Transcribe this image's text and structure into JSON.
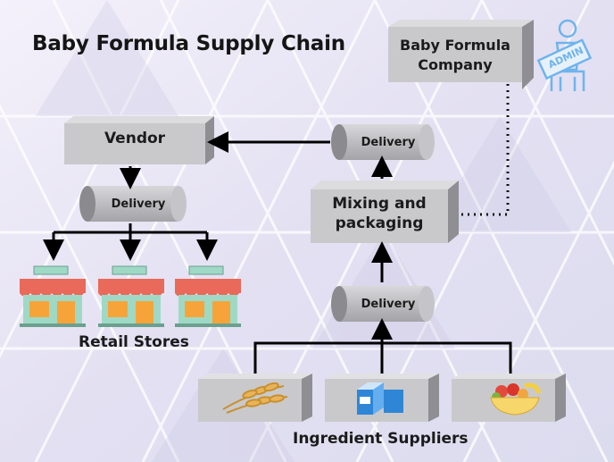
{
  "title": "Baby Formula Supply Chain",
  "nodes": {
    "company": "Baby Formula Company",
    "company_line1": "Baby Formula",
    "company_line2": "Company",
    "vendor": "Vendor",
    "mixing_line1": "Mixing and",
    "mixing_line2": "packaging",
    "delivery_top": "Delivery",
    "delivery_left": "Delivery",
    "delivery_mid": "Delivery"
  },
  "groups": {
    "retail": "Retail Stores",
    "suppliers": "Ingredient Suppliers"
  },
  "admin_sign": "ADMIN",
  "supplier_icons": [
    "wheat-icon",
    "milk-carton-icon",
    "fruit-bowl-icon"
  ],
  "colors": {
    "box_face": "#c9c9cc",
    "box_side": "#8e8e93",
    "cylinder": "#bdbdc1",
    "cylinder_dark": "#7d7d82",
    "arrow": "#000000",
    "store_roof": "#e9695a",
    "store_wall": "#9fd9c5",
    "store_window": "#f6a43a",
    "admin_icon": "#6fb4ec"
  }
}
